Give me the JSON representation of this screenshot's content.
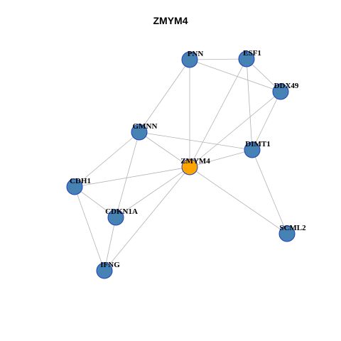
{
  "title": "ZMYM4",
  "colors": {
    "edge": "#b3b3b3",
    "node_fill": "#4682b4",
    "node_stroke": "#1f3fbf",
    "center_fill": "#ffa500",
    "center_stroke": "#1f3fbf"
  },
  "nodes": [
    {
      "id": "PNN",
      "label": "PNN",
      "center": false
    },
    {
      "id": "ESF1",
      "label": "ESF1",
      "center": false
    },
    {
      "id": "DDX49",
      "label": "DDX49",
      "center": false
    },
    {
      "id": "GMNN",
      "label": "GMNN",
      "center": false
    },
    {
      "id": "DIMT1",
      "label": "DIMT1",
      "center": false
    },
    {
      "id": "ZMYM4",
      "label": "ZMYM4",
      "center": true
    },
    {
      "id": "CDH1",
      "label": "CDH1",
      "center": false
    },
    {
      "id": "CDKN1A",
      "label": "CDKN1A",
      "center": false
    },
    {
      "id": "SCML2",
      "label": "SCML2",
      "center": false
    },
    {
      "id": "IFNG",
      "label": "IFNG",
      "center": false
    }
  ],
  "edges": [
    [
      "PNN",
      "ESF1"
    ],
    [
      "PNN",
      "DDX49"
    ],
    [
      "PNN",
      "GMNN"
    ],
    [
      "PNN",
      "ZMYM4"
    ],
    [
      "ESF1",
      "DDX49"
    ],
    [
      "ESF1",
      "DIMT1"
    ],
    [
      "ESF1",
      "ZMYM4"
    ],
    [
      "DDX49",
      "DIMT1"
    ],
    [
      "DDX49",
      "ZMYM4"
    ],
    [
      "GMNN",
      "DIMT1"
    ],
    [
      "GMNN",
      "ZMYM4"
    ],
    [
      "GMNN",
      "CDH1"
    ],
    [
      "GMNN",
      "CDKN1A"
    ],
    [
      "DIMT1",
      "ZMYM4"
    ],
    [
      "DIMT1",
      "SCML2"
    ],
    [
      "ZMYM4",
      "CDH1"
    ],
    [
      "ZMYM4",
      "CDKN1A"
    ],
    [
      "ZMYM4",
      "SCML2"
    ],
    [
      "ZMYM4",
      "IFNG"
    ],
    [
      "CDH1",
      "CDKN1A"
    ],
    [
      "CDH1",
      "IFNG"
    ],
    [
      "CDKN1A",
      "IFNG"
    ]
  ]
}
